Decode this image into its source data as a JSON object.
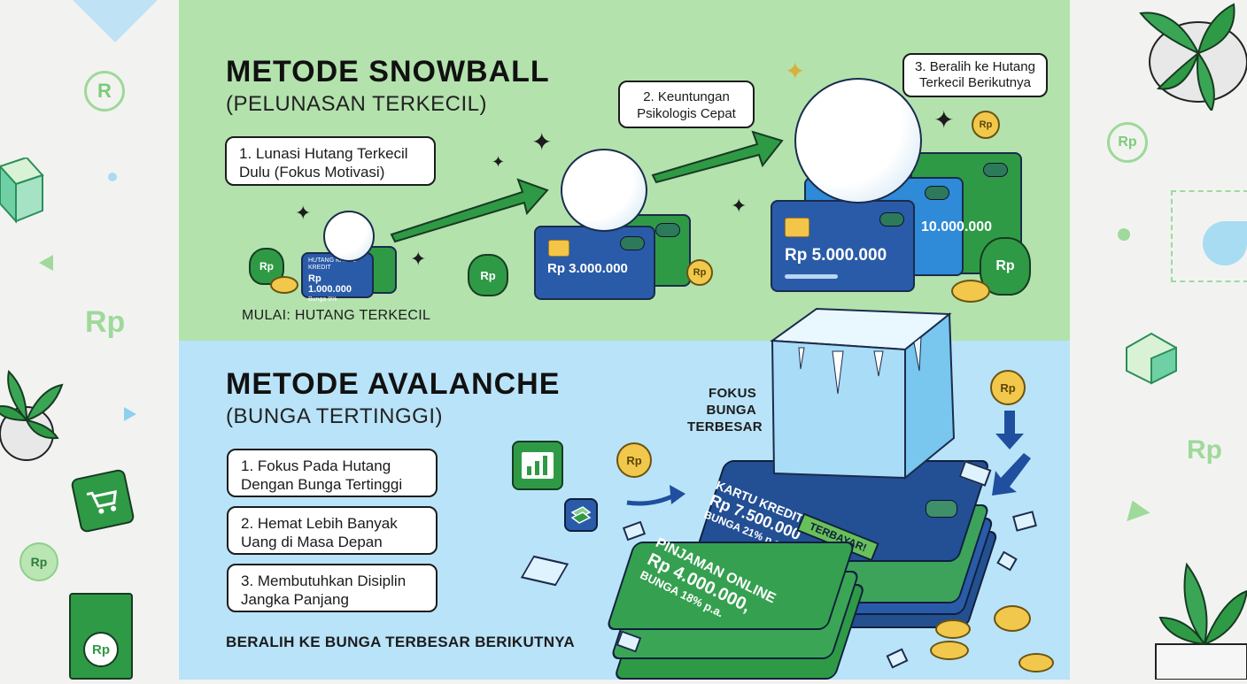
{
  "snowball": {
    "title": "METODE SNOWBALL",
    "subtitle": "(PELUNASAN TERKECIL)",
    "steps": [
      "1. Lunasi Hutang Terkecil Dulu (Fokus Motivasi)",
      "2. Keuntungan Psikologis Cepat",
      "3. Beralih ke Hutang Terkecil Berikutnya"
    ],
    "start_caption": "MULAI: HUTANG TERKECIL",
    "card_small": {
      "title": "HUTANG KARTU KREDIT",
      "amount": "Rp 1.000.000",
      "note": "Bunga 8%"
    },
    "card_mid": {
      "amount": "Rp 3.000.000"
    },
    "card_large": {
      "amount": "Rp 5.000.000",
      "amount_back": "10.000.000"
    }
  },
  "avalanche": {
    "title": "METODE AVALANCHE",
    "subtitle": "(BUNGA TERTINGGI)",
    "steps": [
      "1. Fokus Pada Hutang Dengan Bunga Tertinggi",
      "2. Hemat Lebih Banyak Uang di Masa Depan",
      "3. Membutuhkan Disiplin Jangka Panjang"
    ],
    "focus_label": "FOKUS BUNGA TERBESAR",
    "end_caption": "BERALIH KE BUNGA TERBESAR BERIKUTNYA",
    "card_top": {
      "title": "KARTU KREDIT",
      "amount": "Rp 7.500.000",
      "note": "BUNGA 21% p.a.",
      "stamp": "TERBAYAR!"
    },
    "card_bottom": {
      "title": "PINJAMAN ONLINE",
      "amount": "Rp 4.000.000,",
      "note": "BUNGA 18% p.a."
    }
  },
  "symbols": {
    "currency": "Rp",
    "registered": "R"
  },
  "colors": {
    "snowball_bg": "#b3e2ad",
    "avalanche_bg": "#b9e3f8",
    "green": "#2f9a45",
    "blue": "#2a5ba8",
    "gold": "#f1c84b"
  },
  "icons": [
    "sparkle-icon",
    "arrow-icon",
    "money-bag-icon",
    "coin-icon",
    "plant-icon",
    "cart-icon",
    "bar-chart-icon",
    "banknote-icon"
  ]
}
